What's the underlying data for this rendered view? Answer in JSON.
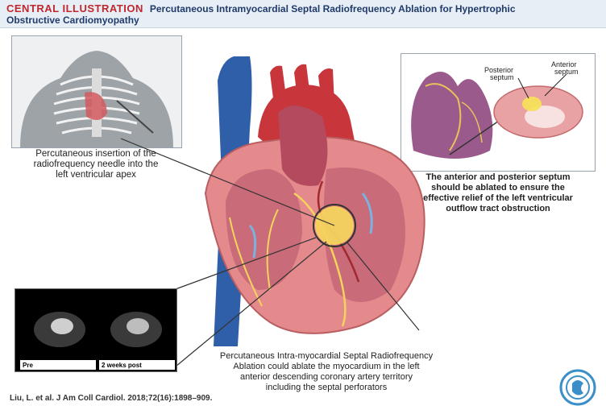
{
  "header": {
    "tag": "CENTRAL ILLUSTRATION",
    "title_line1": "Percutaneous Intramyocardial Septal Radiofrequency Ablation for Hypertrophic",
    "title_line2": "Obstructive Cardiomyopathy"
  },
  "panels": {
    "chest": {
      "caption_lines": [
        "Percutaneous insertion of the",
        "radiofrequency needle into the",
        "left ventricular apex"
      ]
    },
    "septum": {
      "posterior_label": [
        "Posterior",
        "septum"
      ],
      "anterior_label": [
        "Anterior",
        "septum"
      ],
      "caption_lines": [
        "The anterior and posterior septum",
        "should be ablated to ensure the",
        "effective relief of the left ventricular",
        "outflow tract obstruction"
      ]
    },
    "mri": {
      "pre_label": "Pre",
      "post_label": "2 weeks post"
    },
    "center": {
      "caption_lines": [
        "Percutaneous Intra-myocardial Septal Radiofrequency",
        "Ablation could ablate the myocardium in the left",
        "anterior descending coronary artery territory",
        "including the septal perforators"
      ]
    }
  },
  "citation": "Liu, L. et al. J Am Coll Cardiol. 2018;72(16):1898–909.",
  "colors": {
    "myocardium": "#e58a8c",
    "aorta": "#c8353a",
    "vena_cava": "#2f5fa8",
    "ablation": "#f4d35e",
    "header_bg": "#e8eef5"
  }
}
